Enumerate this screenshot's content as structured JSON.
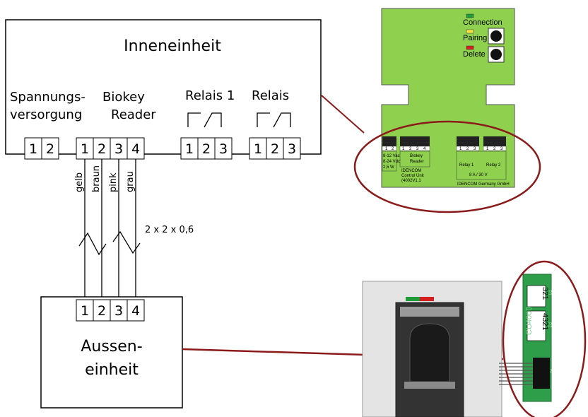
{
  "indoor_unit": {
    "title": "Inneneinheit",
    "power_label": [
      "Spannungs-",
      "versorgung"
    ],
    "reader_label": [
      "Biokey",
      "Reader"
    ],
    "relay1_label": "Relais 1",
    "relay2_label": "Relais",
    "power_terminals": [
      "1",
      "2"
    ],
    "reader_terminals": [
      "1",
      "2",
      "3",
      "4"
    ],
    "relay1_terminals": [
      "1",
      "2",
      "3"
    ],
    "relay2_terminals": [
      "1",
      "2",
      "3"
    ]
  },
  "wires": {
    "colors": [
      "gelb",
      "braun",
      "pink",
      "grau"
    ],
    "cable_spec": "2 x 2 x 0,6"
  },
  "outdoor_unit": {
    "title": [
      "Aussen-",
      "einheit"
    ],
    "terminals": [
      "1",
      "2",
      "3",
      "4"
    ]
  },
  "control_board": {
    "color": "#8fd14f",
    "leds": [
      {
        "label": "Connection",
        "color": "#1f9d3a"
      },
      {
        "label": "Pairing",
        "color": "#f5e642"
      },
      {
        "label": "Delete",
        "color": "#d62020"
      }
    ],
    "block_labels": {
      "power": [
        "8-12 Vac",
        "8-24 Vdc",
        "2,5 W"
      ],
      "reader": [
        "Biokey",
        "Reader"
      ],
      "relay1": "Relay 1",
      "relay2": "Relay 2",
      "rating": "8 A  /  30 V",
      "maker_left": [
        "IDENCOM",
        "Control Unit",
        "(4002V1.1"
      ],
      "maker_right": "IDENCOM Germany GmbH"
    },
    "pin_numbers": [
      "1",
      "2",
      "1",
      "2",
      "3",
      "4",
      "1",
      "2",
      "3",
      "1",
      "2",
      "3"
    ]
  },
  "reader_pcb": {
    "text": "CU4000",
    "top_terminals": "321",
    "bottom_terminals": "4321",
    "marks": [
      "P3",
      "P2",
      "P1"
    ]
  },
  "colors": {
    "highlight_ring": "#8b1a1a",
    "pcb_green": "#2f9e4a",
    "board_green": "#8fd14f",
    "reader_panel": "#e4e4e4"
  }
}
